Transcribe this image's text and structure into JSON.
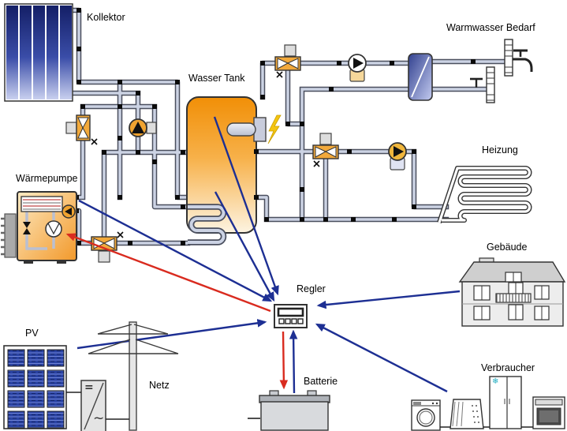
{
  "labels": {
    "kollektor": "Kollektor",
    "wasser_tank": "Wasser Tank",
    "warmwasser_bedarf": "Warmwasser Bedarf",
    "heizung": "Heizung",
    "waermepumpe": "Wärmepumpe",
    "gebaeude": "Gebäude",
    "regler": "Regler",
    "pv": "PV",
    "netz": "Netz",
    "batterie": "Batterie",
    "verbraucher": "Verbraucher"
  },
  "glyphs": {
    "inverter_dc": "=",
    "inverter_ac": "~",
    "snowflake": "❄"
  },
  "icons": {
    "solar_collector": "solar-collector-icon",
    "storage_tank": "storage-tank-icon",
    "coil_heat_exchanger": "coil-heat-exchanger-icon",
    "electric_heater": "electric-heater-icon",
    "lightning": "lightning-icon",
    "three_way_valve": "three-way-valve-icon",
    "circulation_pump": "circulation-pump-icon",
    "plate_heat_exchanger": "plate-heat-exchanger-icon",
    "faucet": "faucet-icon",
    "floor_heating": "floor-heating-icon",
    "heat_pump": "heat-pump-icon",
    "controller": "controller-icon",
    "building": "building-icon",
    "pv_panel": "pv-panel-icon",
    "inverter": "inverter-icon",
    "power_pole": "power-pole-icon",
    "battery": "battery-icon",
    "washing_machine": "washing-machine-icon",
    "dishwasher": "dishwasher-icon",
    "refrigerator": "refrigerator-icon",
    "oven": "oven-icon"
  },
  "colors": {
    "pipe_fill": "#ccd3e4",
    "pipe_casing": "#4a4f5e",
    "tank_orange": "#f18f07",
    "collector_blue": "#141f66",
    "valve_orange": "#f2a93b",
    "signal_blue": "#1d2f93",
    "signal_red": "#d92b1f",
    "lightning_yellow": "#f4c410"
  }
}
